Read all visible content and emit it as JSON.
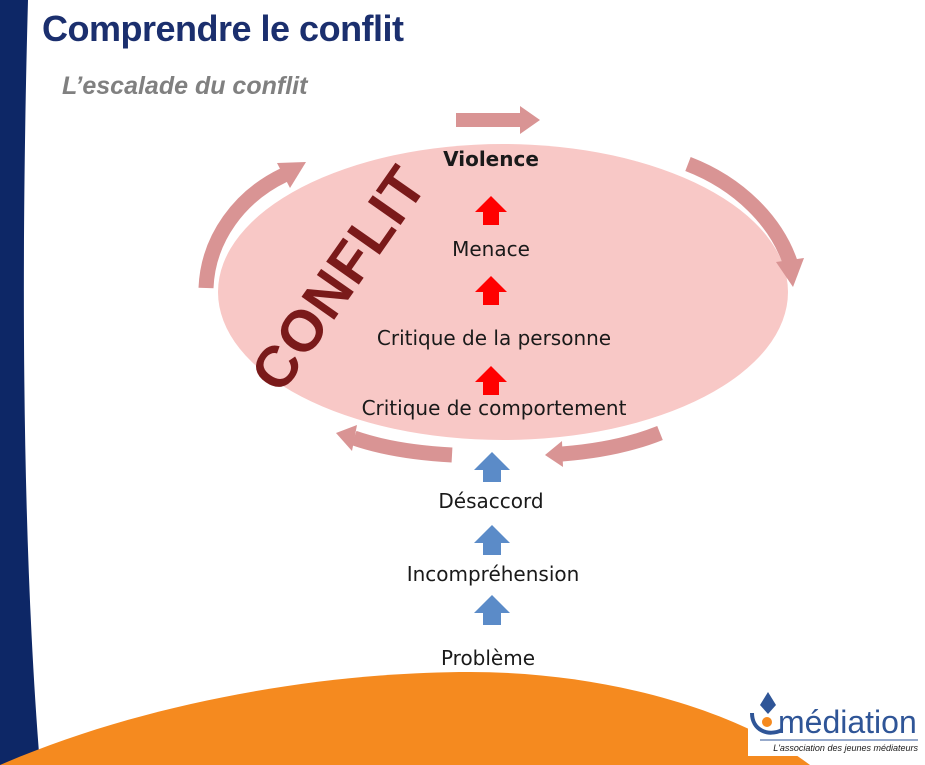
{
  "slide": {
    "title": "Comprendre le conflit",
    "subtitle": "L’escalade du conflit"
  },
  "diagram": {
    "conflict_label": "CONFLIT",
    "inner_levels": [
      "Violence",
      "Menace",
      "Critique de la personne",
      "Critique de comportement"
    ],
    "outer_levels": [
      "Désaccord",
      "Incompréhension",
      "Problème"
    ]
  },
  "logo": {
    "text": "médiation",
    "tagline": "L'association des jeunes médiateurs"
  },
  "colors": {
    "title": "#1b2f6e",
    "subtitle": "#808080",
    "ellipse_fill": "#f8c8c6",
    "cycle_arrows": "#d99494",
    "red_arrows": "#ff0000",
    "blue_arrows": "#5b8bc8",
    "left_band": "#0d2766",
    "bottom_band": "#f58a1f"
  },
  "icons": [
    "red-up-arrow-icon",
    "blue-up-arrow-icon",
    "cycle-arrow-icon",
    "logo-person-icon"
  ]
}
